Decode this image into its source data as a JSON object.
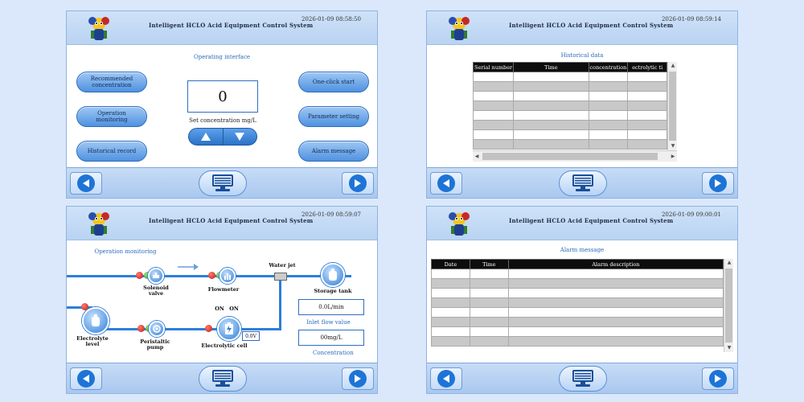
{
  "system_title": "Intelligent HCLO Acid Equipment Control System",
  "colors": {
    "accent": "#2f7dd6",
    "header_bg": "#cfe2f8",
    "nav_blue": "#1e74d6",
    "table_header": "#0d0d0d",
    "status_red": "#c01a10",
    "status_green": "#2d9a23"
  },
  "icons": {
    "back": "left-arrow-icon",
    "forward": "right-arrow-icon",
    "home": "monitor-icon"
  },
  "screens": {
    "operating": {
      "datetime": "2026-01-09 08:58:50",
      "title": "Operating interface",
      "buttons": {
        "recommended": "Recommended concentration",
        "monitoring": "Operation monitoring",
        "historical": "Historical record",
        "one_click": "One-click start",
        "parameter": "Parameter setting",
        "alarm": "Alarm message"
      },
      "concentration_value": "0",
      "set_label": "Set concentration mg/L"
    },
    "historical": {
      "datetime": "2026-01-09 08:59:14",
      "title": "Historical data",
      "columns": [
        "Serial number",
        "Time",
        "concentration",
        "ectrolytic ti"
      ]
    },
    "monitoring": {
      "datetime": "2026-01-09 08:59:07",
      "title": "Operation monitoring",
      "labels": {
        "solenoid": "Solenoid valve",
        "flowmeter": "Flowmeter",
        "water_jet": "Water jet",
        "storage_tank": "Storage tank",
        "electrolyte": "Electrolyte level",
        "peristaltic": "Peristaltic pump",
        "electrolytic_cell": "Electrolytic cell",
        "on1": "ON",
        "on2": "ON",
        "voltage": "0.0V",
        "flow_value": "0.0L/min",
        "inlet_flow": "Inlet flow value",
        "conc_value": "00mg/L",
        "concentration": "Concentration"
      }
    },
    "alarm": {
      "datetime": "2026-01-09 09:00:01",
      "title": "Alarm message",
      "columns": [
        "Date",
        "Time",
        "Alarm description"
      ]
    }
  }
}
